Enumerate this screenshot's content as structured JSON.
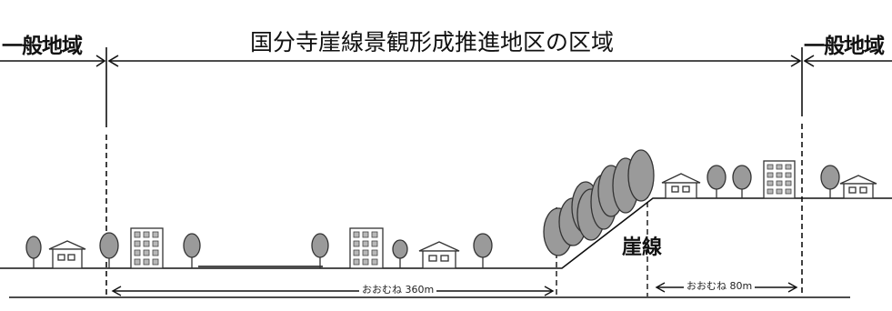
{
  "header": {
    "left_label": "一般地域",
    "center_title": "国分寺崖線景観形成推進地区の区域",
    "right_label": "一般地域"
  },
  "annotations": {
    "cliff_label": "崖線",
    "distance_lower": "おおむね 360m",
    "distance_upper": "おおむね 80m"
  },
  "colors": {
    "line": "#111111",
    "tree_fill": "#9a9a9a",
    "tree_stroke": "#333333",
    "building_fill": "#ffffff"
  }
}
